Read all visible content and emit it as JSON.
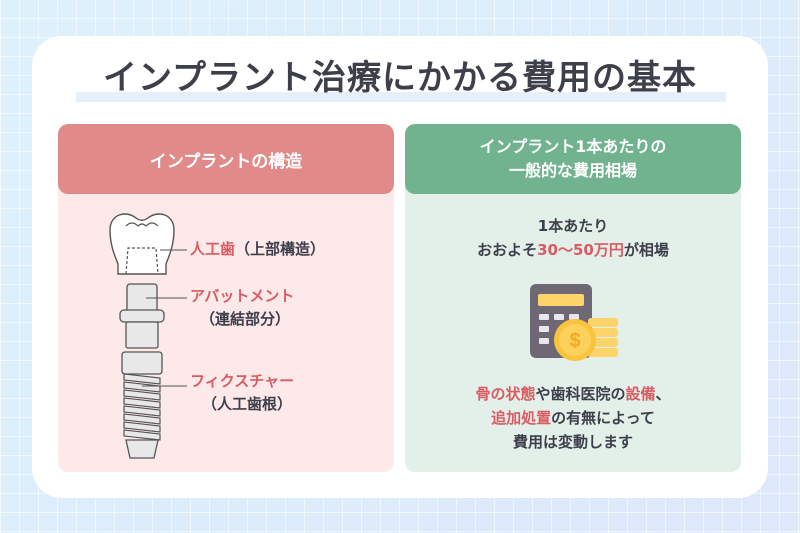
{
  "title": "インプラント治療にかかる費用の基本",
  "left_panel": {
    "header": "インプラントの構造",
    "parts": [
      {
        "name": "人工歯",
        "sub": "（上部構造）"
      },
      {
        "name": "アバットメント",
        "sub": "（連結部分）"
      },
      {
        "name": "フィクスチャー",
        "sub": "（人工歯根）"
      }
    ]
  },
  "right_panel": {
    "header_line1": "インプラント1本あたりの",
    "header_line2": "一般的な費用相場",
    "price_line1": "1本あたり",
    "price_prefix": "おおよそ",
    "price_value": "30〜50万円",
    "price_suffix": "が相場",
    "icon": "calculator-coins-icon",
    "note": {
      "l1_red1": "骨の状態",
      "l1_mid": "や歯科医院の",
      "l1_red2": "設備",
      "l1_end": "、",
      "l2_red": "追加処置",
      "l2_rest": "の有無によって",
      "l3": "費用は変動します"
    }
  },
  "colors": {
    "accent_red": "#d85c62",
    "header_red": "#e08a8a",
    "header_green": "#72b38f",
    "text_dark": "#3d3f4a"
  }
}
